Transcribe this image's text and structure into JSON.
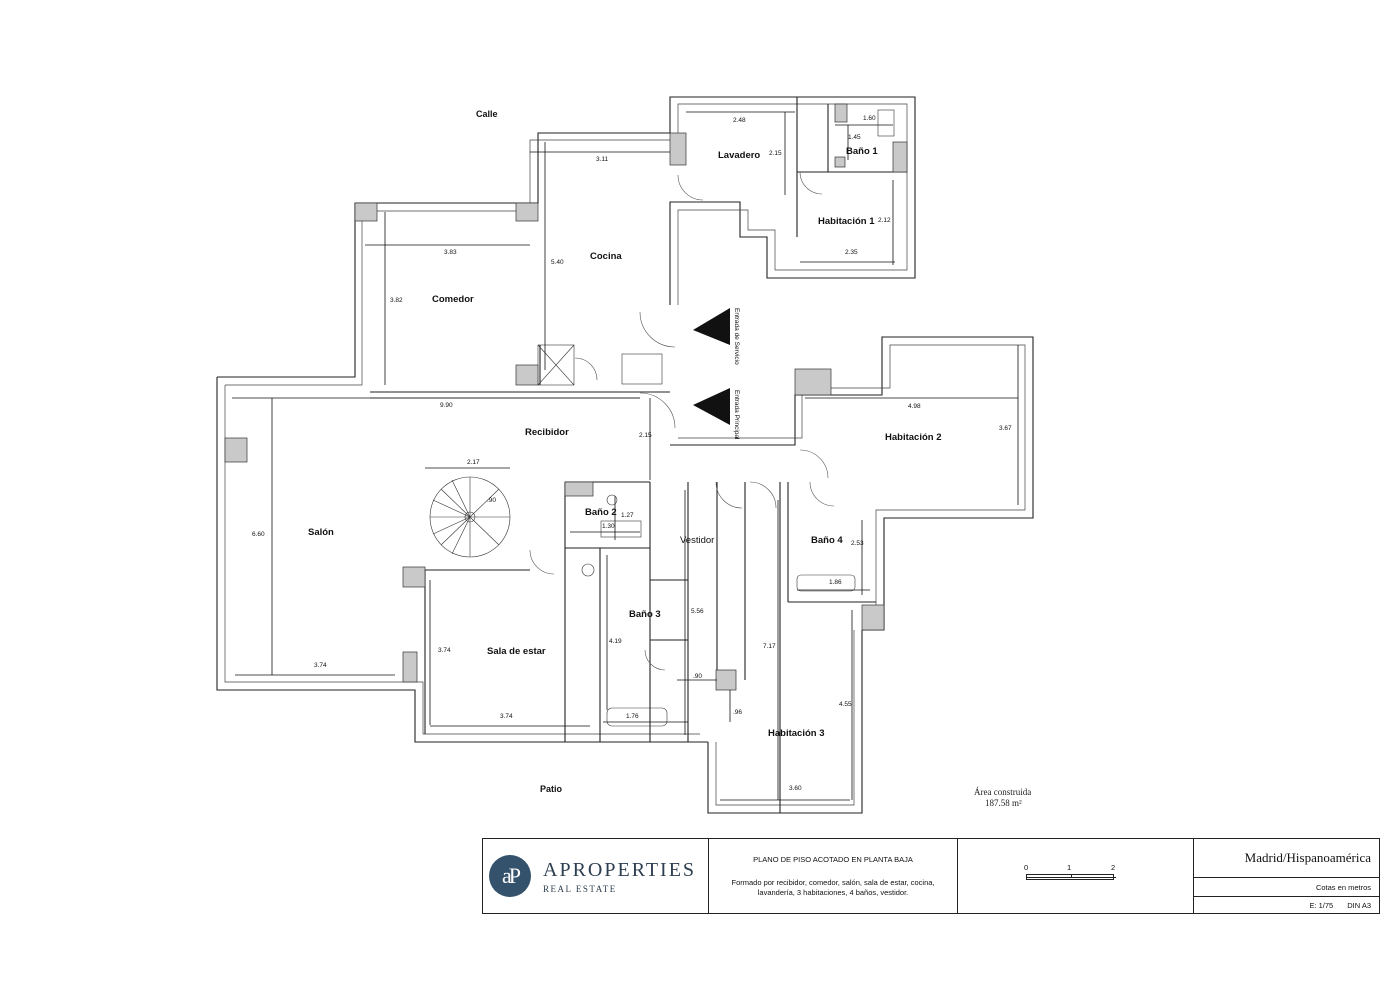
{
  "plan": {
    "street_label": "Calle",
    "patio_label": "Patio",
    "rooms": {
      "lavadero": "Lavadero",
      "bano1": "Baño 1",
      "habitacion1": "Habitación 1",
      "cocina": "Cocina",
      "comedor": "Comedor",
      "recibidor": "Recibidor",
      "habitacion2": "Habitación 2",
      "salon": "Salón",
      "bano2": "Baño 2",
      "vestidor": "Vestidor",
      "bano4": "Baño 4",
      "bano3": "Baño 3",
      "sala_estar": "Sala de estar",
      "habitacion3": "Habitación 3"
    },
    "entrances": {
      "servicio": "Entrada de Servicio",
      "principal": "Entrada Principal"
    },
    "dimensions": {
      "lav_w": "2.48",
      "lav_h": "2.15",
      "b1_w": "1.60",
      "b1_h": "1.45",
      "h1_h": "2.12",
      "h1_w": "2.35",
      "coc_w": "3.11",
      "coc_h": "5.40",
      "com_w": "3.83",
      "com_h": "3.82",
      "rec_w": "9.90",
      "rec_h": "2.15",
      "h2_w": "4.98",
      "h2_h": "3.67",
      "stair_w": "2.17",
      "stair_s": ".90",
      "b2_h": "1.27",
      "b2_w": "1.30",
      "sal_h": "6.60",
      "sal_w": "3.74",
      "b4_h": "2.53",
      "b4_w": "1.86",
      "b3_h": "4.19",
      "vest_h": "5.56",
      "vest_w": ".90",
      "vest_s": ".96",
      "h3_h": "7.17",
      "h3_h2": "4.55",
      "se_h": "3.74",
      "se_w": "3.74",
      "b3_w": "1.76",
      "h3_w": "3.60"
    },
    "area_label": "Área construida",
    "area_value": "187.58 m²"
  },
  "title_block": {
    "logo_mark": "aP",
    "company": "APROPERTIES",
    "company_sub": "REAL ESTATE",
    "plan_title": "PLANO DE PISO ACOTADO EN PLANTA BAJA",
    "plan_description": "Formado por recibidor, comedor, salón, sala de estar, cocina, lavandería, 3 habitaciones, 4 baños, vestidor.",
    "scale_ticks": [
      "0",
      "1",
      "2"
    ],
    "location": "Madrid/Hispanoamérica",
    "units": "Cotas en metros",
    "scale": "E: 1/75",
    "sheet": "DIN A3"
  }
}
